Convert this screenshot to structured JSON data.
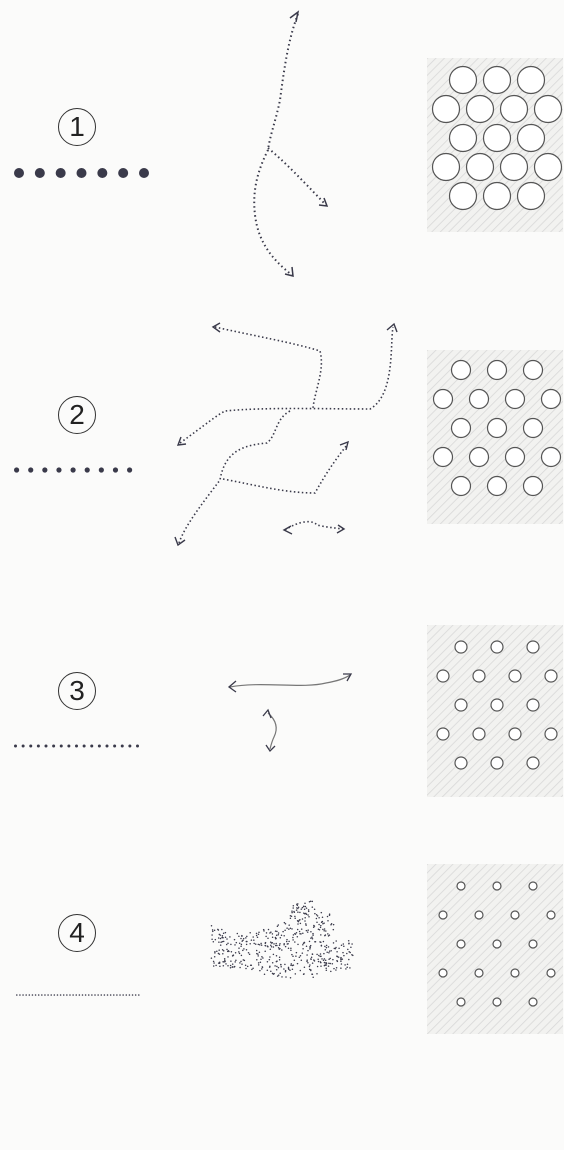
{
  "rows": [
    {
      "label": "1",
      "dots": 7,
      "circles_per_cell": 5
    },
    {
      "label": "2",
      "dots": 9,
      "circles_per_cell": 5
    },
    {
      "label": "3",
      "dots": 17,
      "circles_per_cell": 5
    },
    {
      "label": "4",
      "dots": 40,
      "circles_per_cell": 5
    }
  ],
  "colors": {
    "ink": "#3a3a4a",
    "hatch": "#d8d8d8",
    "panel": "#f2f2f0"
  }
}
